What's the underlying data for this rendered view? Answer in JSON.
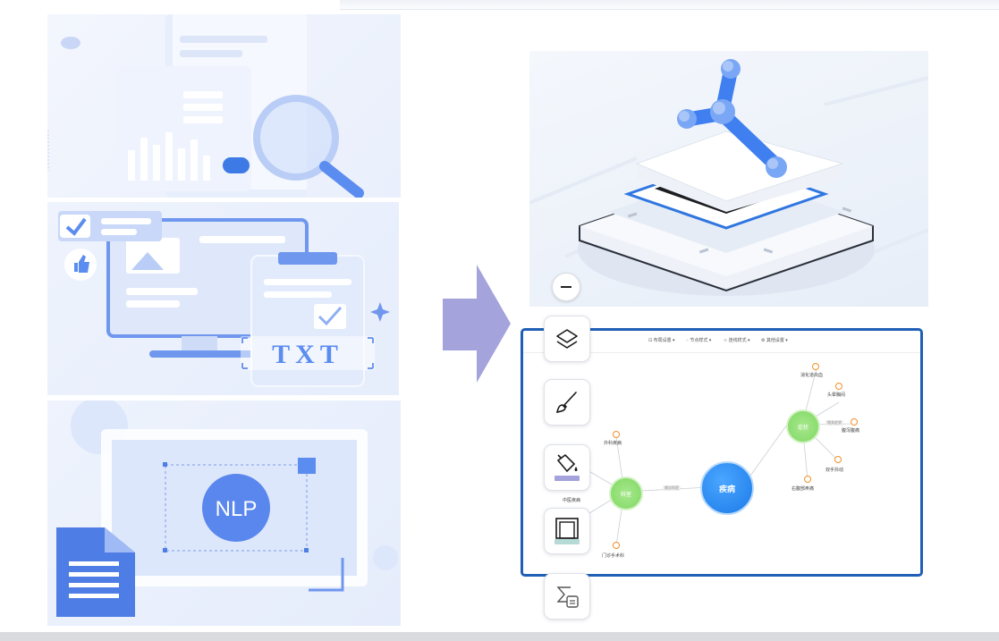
{
  "panels": {
    "txt_badge": "TXT",
    "nlp_badge": "NLP"
  },
  "graph": {
    "toolbar": [
      {
        "icon": "layout-icon",
        "label": "布局设置 ▾"
      },
      {
        "icon": "node-style-icon",
        "label": "节点样式 ▾"
      },
      {
        "icon": "edge-style-icon",
        "label": "连线样式 ▾"
      },
      {
        "icon": "settings-icon",
        "label": "其他设置 ▾"
      }
    ],
    "center_node": "疾病",
    "left_node": "科室",
    "right_node": "症状",
    "center_edge_label": "就诊科室",
    "right_edge_label": "相关症状",
    "left_leaves": [
      "外科疾病",
      "中医疾病",
      "门诊手术科"
    ],
    "right_leaves": [
      "消化道出血",
      "头晕胸闷",
      "腹泻腹痛",
      "双手抖动",
      "右腹部疼痛"
    ]
  },
  "tools": [
    {
      "name": "zoom-out-button",
      "icon": "minus-icon"
    },
    {
      "name": "layers-button",
      "icon": "layers-icon"
    },
    {
      "name": "brush-button",
      "icon": "brush-icon"
    },
    {
      "name": "fill-button",
      "icon": "paint-bucket-icon"
    },
    {
      "name": "frame-button",
      "icon": "frame-icon"
    },
    {
      "name": "formula-button",
      "icon": "sigma-icon"
    }
  ],
  "colors": {
    "accent": "#1f5fb5",
    "arrow": "#a4a3dc",
    "center_node": "#2d8cf0",
    "category_node": "#8fdc6d",
    "leaf_ring": "#f0902a"
  }
}
